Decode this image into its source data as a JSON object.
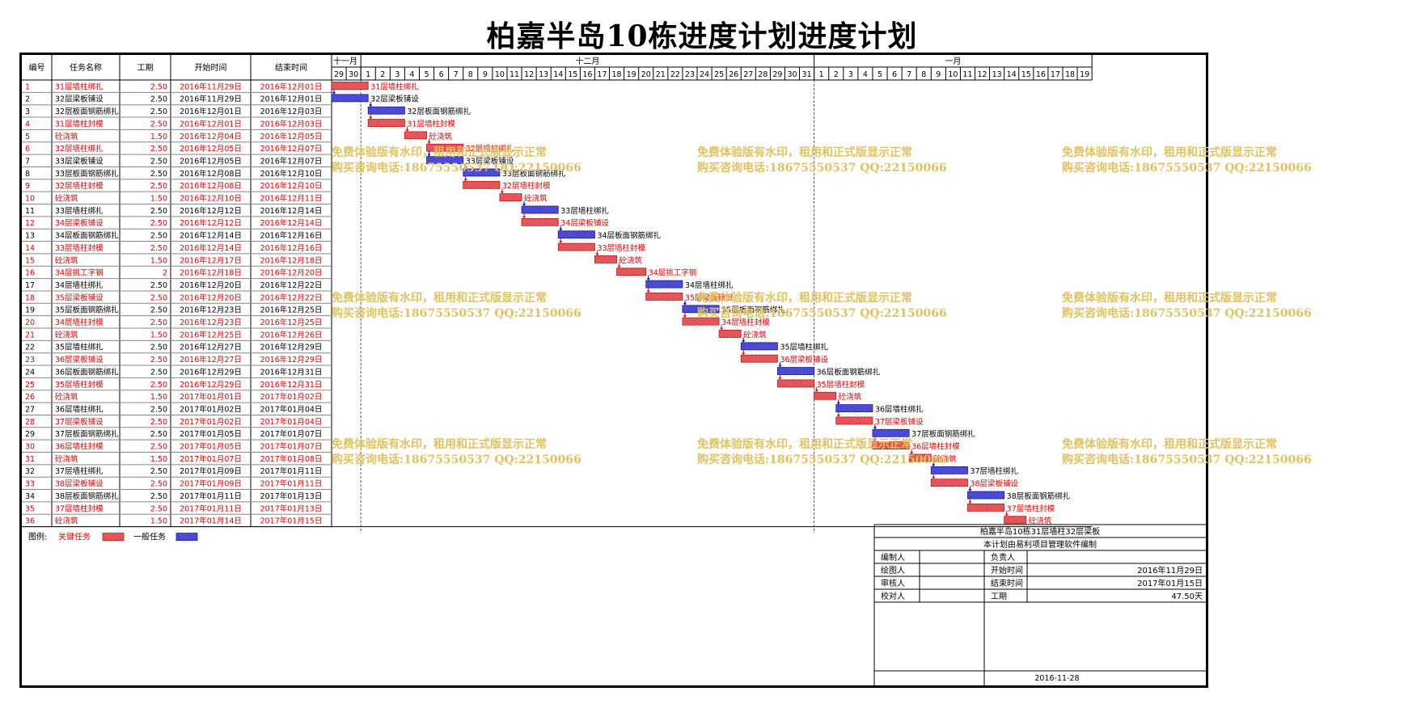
{
  "title": "柏嘉半岛10栋进度计划进度计划",
  "header": {
    "col_id": "编号",
    "col_name": "任务名称",
    "col_duration": "工期",
    "col_start": "开始时间",
    "col_end": "结束时间"
  },
  "timeline": {
    "months": [
      "十一月",
      "十二月",
      "一月"
    ],
    "days": [
      "29",
      "30",
      "1",
      "2",
      "3",
      "4",
      "5",
      "6",
      "7",
      "8",
      "9",
      "10",
      "11",
      "12",
      "13",
      "14",
      "15",
      "16",
      "17",
      "18",
      "19",
      "20",
      "21",
      "22",
      "23",
      "24",
      "25",
      "26",
      "27",
      "28",
      "29",
      "30",
      "31",
      "1",
      "2",
      "3",
      "4",
      "5",
      "6",
      "7",
      "8",
      "9",
      "10",
      "11",
      "12",
      "13",
      "14",
      "15",
      "16",
      "17",
      "18",
      "19"
    ]
  },
  "tasks": [
    {
      "id": "1",
      "name": "31层墙柱绑扎",
      "label": "31层墙柱绑扎",
      "duration": "2.50",
      "start": "2016年11月29日",
      "end": "2016年12月01日",
      "critical": true,
      "s": 0,
      "d": 2.5
    },
    {
      "id": "2",
      "name": "32层梁板铺设",
      "label": "32层梁板铺设",
      "duration": "2.50",
      "start": "2016年11月29日",
      "end": "2016年12月01日",
      "critical": false,
      "s": 0,
      "d": 2.5
    },
    {
      "id": "3",
      "name": "32层板面钢筋绑扎",
      "label": "32层板面钢筋绑扎",
      "duration": "2.50",
      "start": "2016年12月01日",
      "end": "2016年12月03日",
      "critical": false,
      "s": 2.5,
      "d": 2.5
    },
    {
      "id": "4",
      "name": "31层墙柱封模",
      "label": "31层墙柱封模",
      "duration": "2.50",
      "start": "2016年12月01日",
      "end": "2016年12月03日",
      "critical": true,
      "s": 2.5,
      "d": 2.5
    },
    {
      "id": "5",
      "name": "砼浇筑",
      "label": "砼浇筑",
      "duration": "1.50",
      "start": "2016年12月04日",
      "end": "2016年12月05日",
      "critical": true,
      "s": 5,
      "d": 1.5
    },
    {
      "id": "6",
      "name": "32层墙柱绑扎",
      "label": "32层墙柱绑扎",
      "duration": "2.50",
      "start": "2016年12月05日",
      "end": "2016年12月07日",
      "critical": true,
      "s": 6.5,
      "d": 2.5
    },
    {
      "id": "7",
      "name": "33层梁板铺设",
      "label": "33层梁板铺设",
      "duration": "2.50",
      "start": "2016年12月05日",
      "end": "2016年12月07日",
      "critical": false,
      "s": 6.5,
      "d": 2.5
    },
    {
      "id": "8",
      "name": "33层板面钢筋绑扎",
      "label": "33层板面钢筋绑扎",
      "duration": "2.50",
      "start": "2016年12月08日",
      "end": "2016年12月10日",
      "critical": false,
      "s": 9,
      "d": 2.5
    },
    {
      "id": "9",
      "name": "32层墙柱封模",
      "label": "32层墙柱封模",
      "duration": "2.50",
      "start": "2016年12月08日",
      "end": "2016年12月10日",
      "critical": true,
      "s": 9,
      "d": 2.5
    },
    {
      "id": "10",
      "name": "砼浇筑",
      "label": "砼浇筑",
      "duration": "1.50",
      "start": "2016年12月10日",
      "end": "2016年12月11日",
      "critical": true,
      "s": 11.5,
      "d": 1.5
    },
    {
      "id": "11",
      "name": "33层墙柱绑扎",
      "label": "33层墙柱绑扎",
      "duration": "2.50",
      "start": "2016年12月12日",
      "end": "2016年12月14日",
      "critical": false,
      "s": 13,
      "d": 2.5
    },
    {
      "id": "12",
      "name": "34层梁板铺设",
      "label": "34层梁板铺设",
      "duration": "2.50",
      "start": "2016年12月12日",
      "end": "2016年12月14日",
      "critical": true,
      "s": 13,
      "d": 2.5
    },
    {
      "id": "13",
      "name": "34层板面钢筋绑扎",
      "label": "34层板面钢筋绑扎",
      "duration": "2.50",
      "start": "2016年12月14日",
      "end": "2016年12月16日",
      "critical": false,
      "s": 15.5,
      "d": 2.5
    },
    {
      "id": "14",
      "name": "33层墙柱封模",
      "label": "33层墙柱封模",
      "duration": "2.50",
      "start": "2016年12月14日",
      "end": "2016年12月16日",
      "critical": true,
      "s": 15.5,
      "d": 2.5
    },
    {
      "id": "15",
      "name": "砼浇筑",
      "label": "砼浇筑",
      "duration": "1.50",
      "start": "2016年12月17日",
      "end": "2016年12月18日",
      "critical": true,
      "s": 18,
      "d": 1.5
    },
    {
      "id": "16",
      "name": "34层挑工字钢",
      "label": "34层挑工字钢",
      "duration": "2",
      "start": "2016年12月18日",
      "end": "2016年12月20日",
      "critical": true,
      "s": 19.5,
      "d": 2
    },
    {
      "id": "17",
      "name": "34层墙柱绑扎",
      "label": "34层墙柱绑扎",
      "duration": "2.50",
      "start": "2016年12月20日",
      "end": "2016年12月22日",
      "critical": false,
      "s": 21.5,
      "d": 2.5
    },
    {
      "id": "18",
      "name": "35层梁板铺设",
      "label": "35层梁板铺设",
      "duration": "2.50",
      "start": "2016年12月20日",
      "end": "2016年12月22日",
      "critical": true,
      "s": 21.5,
      "d": 2.5
    },
    {
      "id": "19",
      "name": "35层板面钢筋绑扎",
      "label": "35层板面钢筋绑扎",
      "duration": "2.50",
      "start": "2016年12月23日",
      "end": "2016年12月25日",
      "critical": false,
      "s": 24,
      "d": 2.5
    },
    {
      "id": "20",
      "name": "34层墙柱封模",
      "label": "34层墙柱封模",
      "duration": "2.50",
      "start": "2016年12月23日",
      "end": "2016年12月25日",
      "critical": true,
      "s": 24,
      "d": 2.5
    },
    {
      "id": "21",
      "name": "砼浇筑",
      "label": "砼浇筑",
      "duration": "1.50",
      "start": "2016年12月25日",
      "end": "2016年12月26日",
      "critical": true,
      "s": 26.5,
      "d": 1.5
    },
    {
      "id": "22",
      "name": "35层墙柱绑扎",
      "label": "35层墙柱绑扎",
      "duration": "2.50",
      "start": "2016年12月27日",
      "end": "2016年12月29日",
      "critical": false,
      "s": 28,
      "d": 2.5
    },
    {
      "id": "23",
      "name": "36层梁板铺设",
      "label": "36层梁板铺设",
      "duration": "2.50",
      "start": "2016年12月27日",
      "end": "2016年12月29日",
      "critical": true,
      "s": 28,
      "d": 2.5
    },
    {
      "id": "24",
      "name": "36层板面钢筋绑扎",
      "label": "36层板面钢筋绑扎",
      "duration": "2.50",
      "start": "2016年12月29日",
      "end": "2016年12月31日",
      "critical": false,
      "s": 30.5,
      "d": 2.5
    },
    {
      "id": "25",
      "name": "35层墙柱封模",
      "label": "35层墙柱封模",
      "duration": "2.50",
      "start": "2016年12月29日",
      "end": "2016年12月31日",
      "critical": true,
      "s": 30.5,
      "d": 2.5
    },
    {
      "id": "26",
      "name": "砼浇筑",
      "label": "砼浇筑",
      "duration": "1.50",
      "start": "2017年01月01日",
      "end": "2017年01月02日",
      "critical": true,
      "s": 33,
      "d": 1.5
    },
    {
      "id": "27",
      "name": "36层墙柱绑扎",
      "label": "36层墙柱绑扎",
      "duration": "2.50",
      "start": "2017年01月02日",
      "end": "2017年01月04日",
      "critical": false,
      "s": 34.5,
      "d": 2.5
    },
    {
      "id": "28",
      "name": "37层梁板铺设",
      "label": "37层梁板铺设",
      "duration": "2.50",
      "start": "2017年01月02日",
      "end": "2017年01月04日",
      "critical": true,
      "s": 34.5,
      "d": 2.5
    },
    {
      "id": "29",
      "name": "37层板面钢筋绑扎",
      "label": "37层板面钢筋绑扎",
      "duration": "2.50",
      "start": "2017年01月05日",
      "end": "2017年01月07日",
      "critical": false,
      "s": 37,
      "d": 2.5
    },
    {
      "id": "30",
      "name": "36层墙柱封模",
      "label": "36层墙柱封模",
      "duration": "2.50",
      "start": "2017年01月05日",
      "end": "2017年01月07日",
      "critical": true,
      "s": 37,
      "d": 2.5
    },
    {
      "id": "31",
      "name": "砼浇筑",
      "label": "砼浇筑",
      "duration": "1.50",
      "start": "2017年01月07日",
      "end": "2017年01月08日",
      "critical": true,
      "s": 39.5,
      "d": 1.5
    },
    {
      "id": "32",
      "name": "37层墙柱绑扎",
      "label": "37层墙柱绑扎",
      "duration": "2.50",
      "start": "2017年01月09日",
      "end": "2017年01月11日",
      "critical": false,
      "s": 41,
      "d": 2.5
    },
    {
      "id": "33",
      "name": "38层梁板铺设",
      "label": "38层梁板铺设",
      "duration": "2.50",
      "start": "2017年01月09日",
      "end": "2017年01月11日",
      "critical": true,
      "s": 41,
      "d": 2.5
    },
    {
      "id": "34",
      "name": "38层板面钢筋绑扎",
      "label": "38层板面钢筋绑扎",
      "duration": "2.50",
      "start": "2017年01月11日",
      "end": "2017年01月13日",
      "critical": false,
      "s": 43.5,
      "d": 2.5
    },
    {
      "id": "35",
      "name": "37层墙柱封模",
      "label": "37层墙柱封模",
      "duration": "2.50",
      "start": "2017年01月11日",
      "end": "2017年01月13日",
      "critical": true,
      "s": 43.5,
      "d": 2.5
    },
    {
      "id": "36",
      "name": "砼浇筑",
      "label": "砼浇筑",
      "duration": "1.50",
      "start": "2017年01月14日",
      "end": "2017年01月15日",
      "critical": true,
      "s": 46,
      "d": 1.5
    }
  ],
  "legend": {
    "label": "图例:",
    "critical": "关键任务",
    "normal": "一般任务"
  },
  "info": {
    "project": "柏嘉半岛10栋31层墙柱32层梁板",
    "software": "本计划由易利项目管理软件编制",
    "rows": [
      {
        "k1": "编制人",
        "v1": "",
        "k2": "负责人",
        "v2": ""
      },
      {
        "k1": "绘图人",
        "v1": "",
        "k2": "开始时间",
        "v2": "2016年11月29日"
      },
      {
        "k1": "审核人",
        "v1": "",
        "k2": "结束时间",
        "v2": "2017年01月15日"
      },
      {
        "k1": "校对人",
        "v1": "",
        "k2": "工期",
        "v2": "47.50天"
      }
    ],
    "date": "2016-11-28"
  },
  "watermark": {
    "line1": "免费体验版有水印，租用和正式版显示正常",
    "line2": "购买咨询电话:18675550537 QQ:22150066"
  },
  "colors": {
    "critical_fill": "#f06a6f",
    "critical_text": "#e60000",
    "normal_fill": "#5a5ae6",
    "normal_text": "#000000",
    "watermark": "#e2c25e"
  }
}
